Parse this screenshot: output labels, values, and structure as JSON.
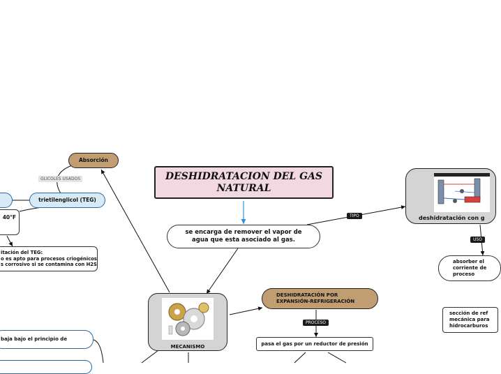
{
  "title": "DESHIDRATACION DEL GAS NATURAL",
  "nodes": {
    "main_desc": "se encarga de remover el vapor de agua que esta asociado al gas.",
    "absorcion": "Absorción",
    "glicoles_usados": "GLICOLES USADOS",
    "teg": "trietilenglicol (TEG)",
    "temp_partial": "40°F",
    "limitacion": "itación del TEG:\no es apto para procesos criogénicos\ns corrosivo si se contamina con H2S",
    "mecanismo": "MECANISMO",
    "expansion": "DESHIDRATACIÓN POR EXPANSIÓN-REFRIGERACIÓN",
    "proceso_label": "PROCESO",
    "reductor": "pasa el gas por un reductor de presión",
    "deshidratacion_glicol": "deshidratación con g",
    "tipo_label": "TIPO",
    "uso_label": "USO",
    "absorber": "absorber el\ncorriente de\nproceso",
    "seccion": "sección de ref\nmecánica para\nhidrocarburos",
    "principio": "baja bajo el principio de"
  },
  "colors": {
    "title_fill": "#f2d9e1",
    "tan": "#c19e72",
    "blue_fill": "#d8eaf6",
    "blue_border": "#2a6aa0",
    "gray": "#d4d4d4",
    "connector_blue": "#2f8fd8"
  }
}
